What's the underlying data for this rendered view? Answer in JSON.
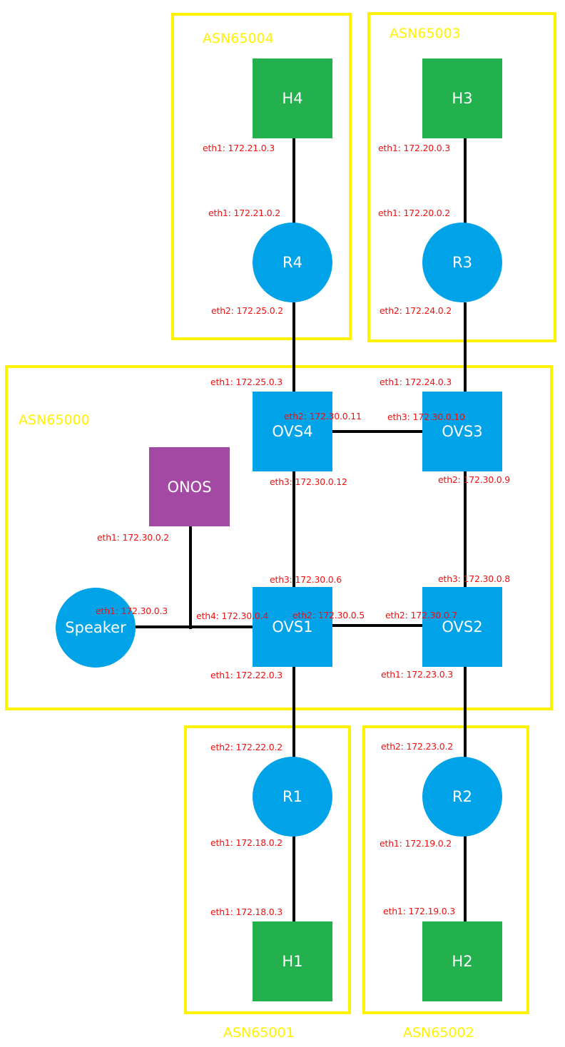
{
  "colors": {
    "as_border": "#FFF200",
    "as_label": "#FFF200",
    "host": "#22B14C",
    "switch": "#00A2E8",
    "router": "#00A2E8",
    "controller": "#A349A4",
    "link": "#000000",
    "interface_label": "#EE1111"
  },
  "as_boxes": {
    "asn65004": "ASN65004",
    "asn65003": "ASN65003",
    "asn65000": "ASN65000",
    "asn65001": "ASN65001",
    "asn65002": "ASN65002"
  },
  "nodes": {
    "h1": "H1",
    "h2": "H2",
    "h3": "H3",
    "h4": "H4",
    "r1": "R1",
    "r2": "R2",
    "r3": "R3",
    "r4": "R4",
    "ovs1": "OVS1",
    "ovs2": "OVS2",
    "ovs3": "OVS3",
    "ovs4": "OVS4",
    "onos": "ONOS",
    "speaker": "Speaker"
  },
  "interfaces": {
    "h4_eth1": "eth1: 172.21.0.3",
    "r4_eth1": "eth1: 172.21.0.2",
    "r4_eth2": "eth2: 172.25.0.2",
    "h3_eth1": "eth1: 172.20.0.3",
    "r3_eth1": "eth1: 172.20.0.2",
    "r3_eth2": "eth2: 172.24.0.2",
    "ovs4_eth1": "eth1: 172.25.0.3",
    "ovs4_eth2": "eth2: 172.30.0.11",
    "ovs4_eth3": "eth3: 172.30.0.12",
    "ovs3_eth1": "eth1: 172.24.0.3",
    "ovs3_eth3": "eth3: 172.30.0.10",
    "ovs3_eth2": "eth2: 172.30.0.9",
    "onos_eth1": "eth1: 172.30.0.2",
    "ovs1_eth3": "eth3: 172.30.0.6",
    "ovs2_eth3": "eth3: 172.30.0.8",
    "speaker_eth1": "eth1: 172.30.0.3",
    "ovs1_eth4": "eth4: 172.30.0.4",
    "ovs1_eth2": "eth2: 172.30.0.5",
    "ovs2_eth2": "eth2: 172.30.0.7",
    "ovs1_eth1": "eth1: 172.22.0.3",
    "ovs2_eth1": "eth1: 172.23.0.3",
    "r1_eth2": "eth2: 172.22.0.2",
    "r2_eth2": "eth2: 172.23.0.2",
    "r1_eth1": "eth1: 172.18.0.2",
    "r2_eth1": "eth1: 172.19.0.2",
    "h1_eth1": "eth1: 172.18.0.3",
    "h2_eth1": "eth1: 172.19.0.3"
  }
}
